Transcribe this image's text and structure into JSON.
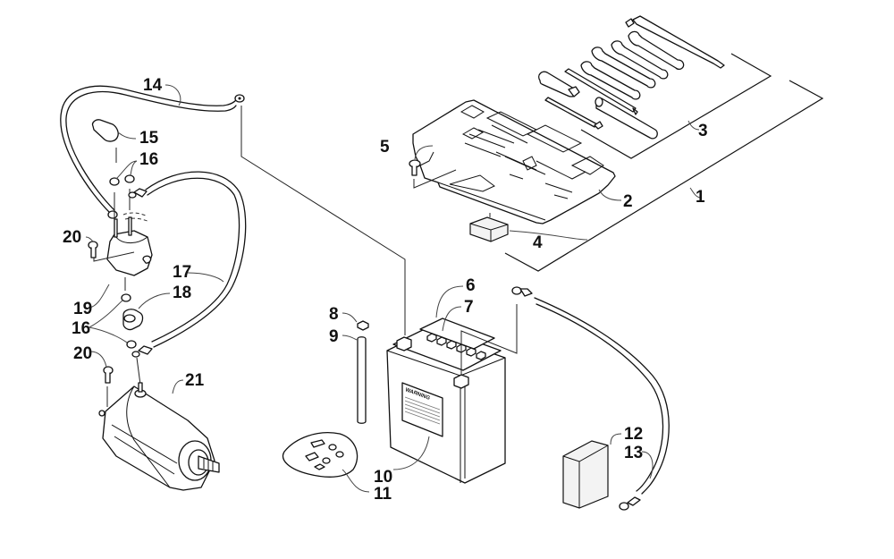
{
  "diagram": {
    "title": "Battery, Starter Motor and Tool Kit Assembly",
    "callouts": [
      {
        "id": "1",
        "label": "1",
        "part": "tool-kit-assembly"
      },
      {
        "id": "2",
        "label": "2",
        "part": "tool-tray"
      },
      {
        "id": "3",
        "label": "3",
        "part": "tool-set"
      },
      {
        "id": "4",
        "label": "4",
        "part": "foam-pad"
      },
      {
        "id": "5",
        "label": "5",
        "part": "tray-screw"
      },
      {
        "id": "6",
        "label": "6",
        "part": "battery-vent-cap-strip"
      },
      {
        "id": "7",
        "label": "7",
        "part": "battery-cell-cap"
      },
      {
        "id": "8",
        "label": "8",
        "part": "vent-hose-clamp"
      },
      {
        "id": "9",
        "label": "9",
        "part": "vent-hose"
      },
      {
        "id": "10",
        "label": "10",
        "part": "battery"
      },
      {
        "id": "11",
        "label": "11",
        "part": "terminal-hardware-kit"
      },
      {
        "id": "12",
        "label": "12",
        "part": "battery-foam-block"
      },
      {
        "id": "13",
        "label": "13",
        "part": "negative-battery-cable"
      },
      {
        "id": "14",
        "label": "14",
        "part": "positive-battery-cable"
      },
      {
        "id": "15",
        "label": "15",
        "part": "solenoid-terminal-boot"
      },
      {
        "id": "16",
        "label": "16",
        "part": "terminal-nut"
      },
      {
        "id": "17",
        "label": "17",
        "part": "starter-cable"
      },
      {
        "id": "18",
        "label": "18",
        "part": "starter-terminal-boot"
      },
      {
        "id": "19",
        "label": "19",
        "part": "starter-solenoid"
      },
      {
        "id": "20",
        "label": "20",
        "part": "mounting-screw"
      },
      {
        "id": "21",
        "label": "21",
        "part": "starter-motor"
      }
    ],
    "battery_label": "WARNING"
  }
}
